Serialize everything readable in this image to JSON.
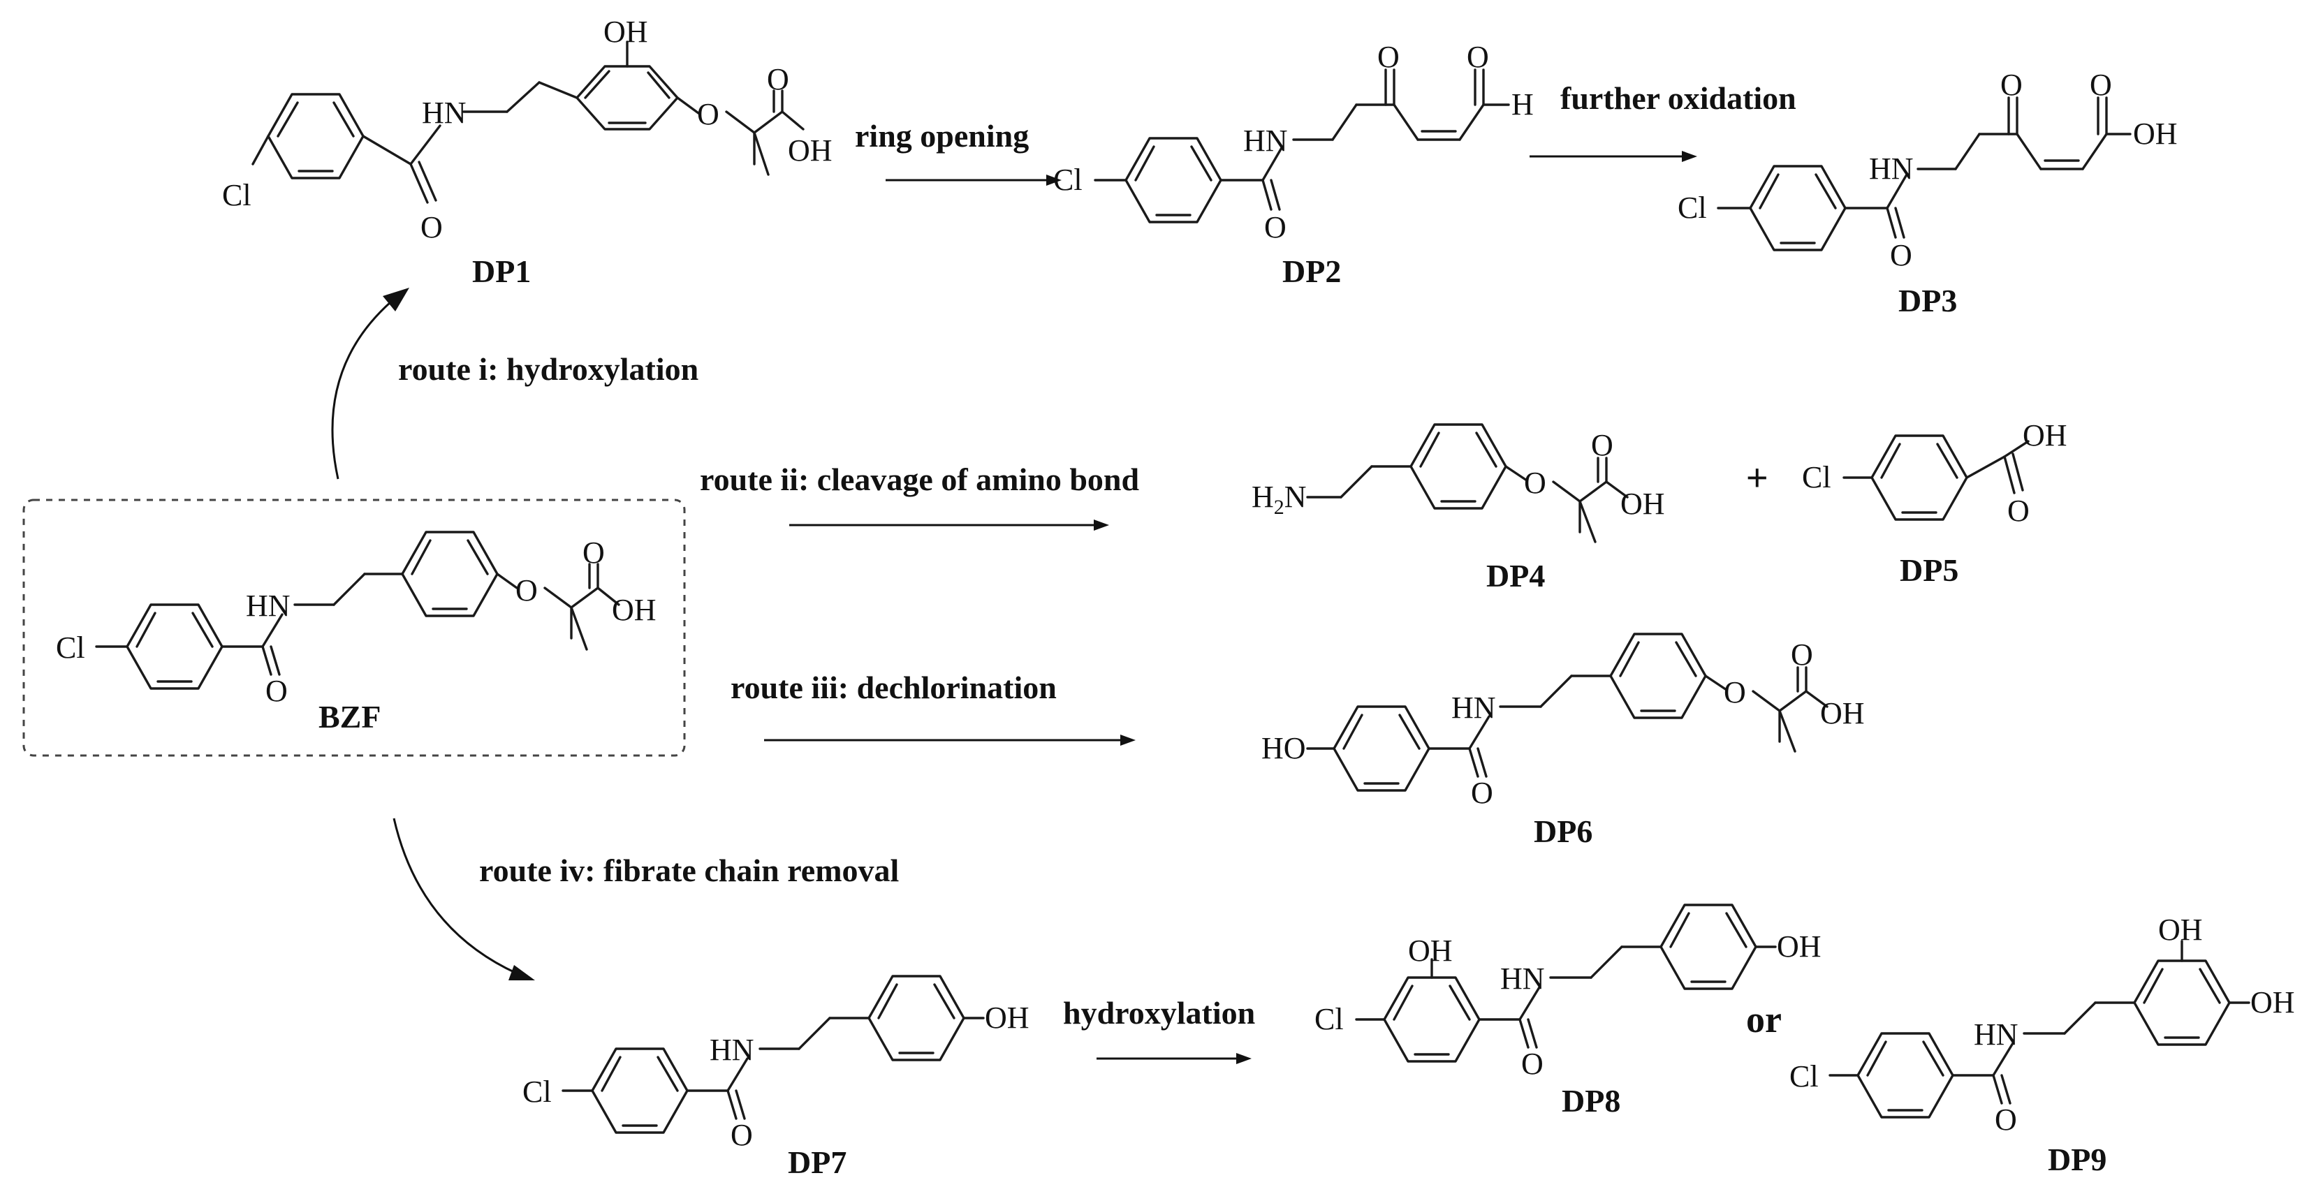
{
  "diagram": {
    "compounds": {
      "bzf": "BZF",
      "dp1": "DP1",
      "dp2": "DP2",
      "dp3": "DP3",
      "dp4": "DP4",
      "dp5": "DP5",
      "dp6": "DP6",
      "dp7": "DP7",
      "dp8": "DP8",
      "dp9": "DP9"
    },
    "routes": {
      "route_i": "route i: hydroxylation",
      "route_ii": "route ii: cleavage of amino bond",
      "route_iii": "route iii: dechlorination",
      "route_iv": "route iv: fibrate chain removal",
      "ring_opening": "ring opening",
      "further_oxidation": "further oxidation",
      "hydroxylation": "hydroxylation"
    },
    "connectors": {
      "plus": "+",
      "or": "or"
    },
    "atoms": {
      "cl": "Cl",
      "hn": "HN",
      "o": "O",
      "oh": "OH",
      "h": "H",
      "ho": "HO",
      "h2n": "H",
      "h2n_sub": "2",
      "h2n_n": "N"
    }
  }
}
